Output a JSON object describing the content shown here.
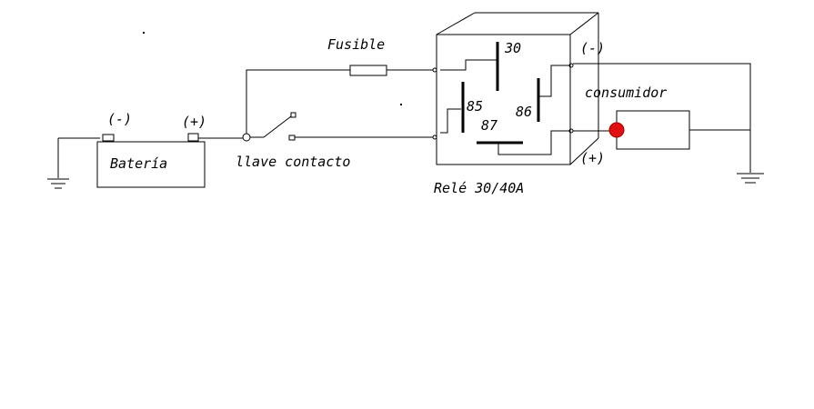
{
  "labels": {
    "fuse": "Fusible",
    "battery": "Batería",
    "battery_neg": "(-)",
    "battery_pos": "(+)",
    "key_switch": "llave contacto",
    "relay": "Relé 30/40A",
    "pin_30": "30",
    "pin_85": "85",
    "pin_86": "86",
    "pin_87": "87",
    "load": "consumidor",
    "load_neg": "(-)",
    "load_pos": "(+)"
  },
  "colors": {
    "wire": "#000000",
    "load_indicator": "#e01010"
  }
}
